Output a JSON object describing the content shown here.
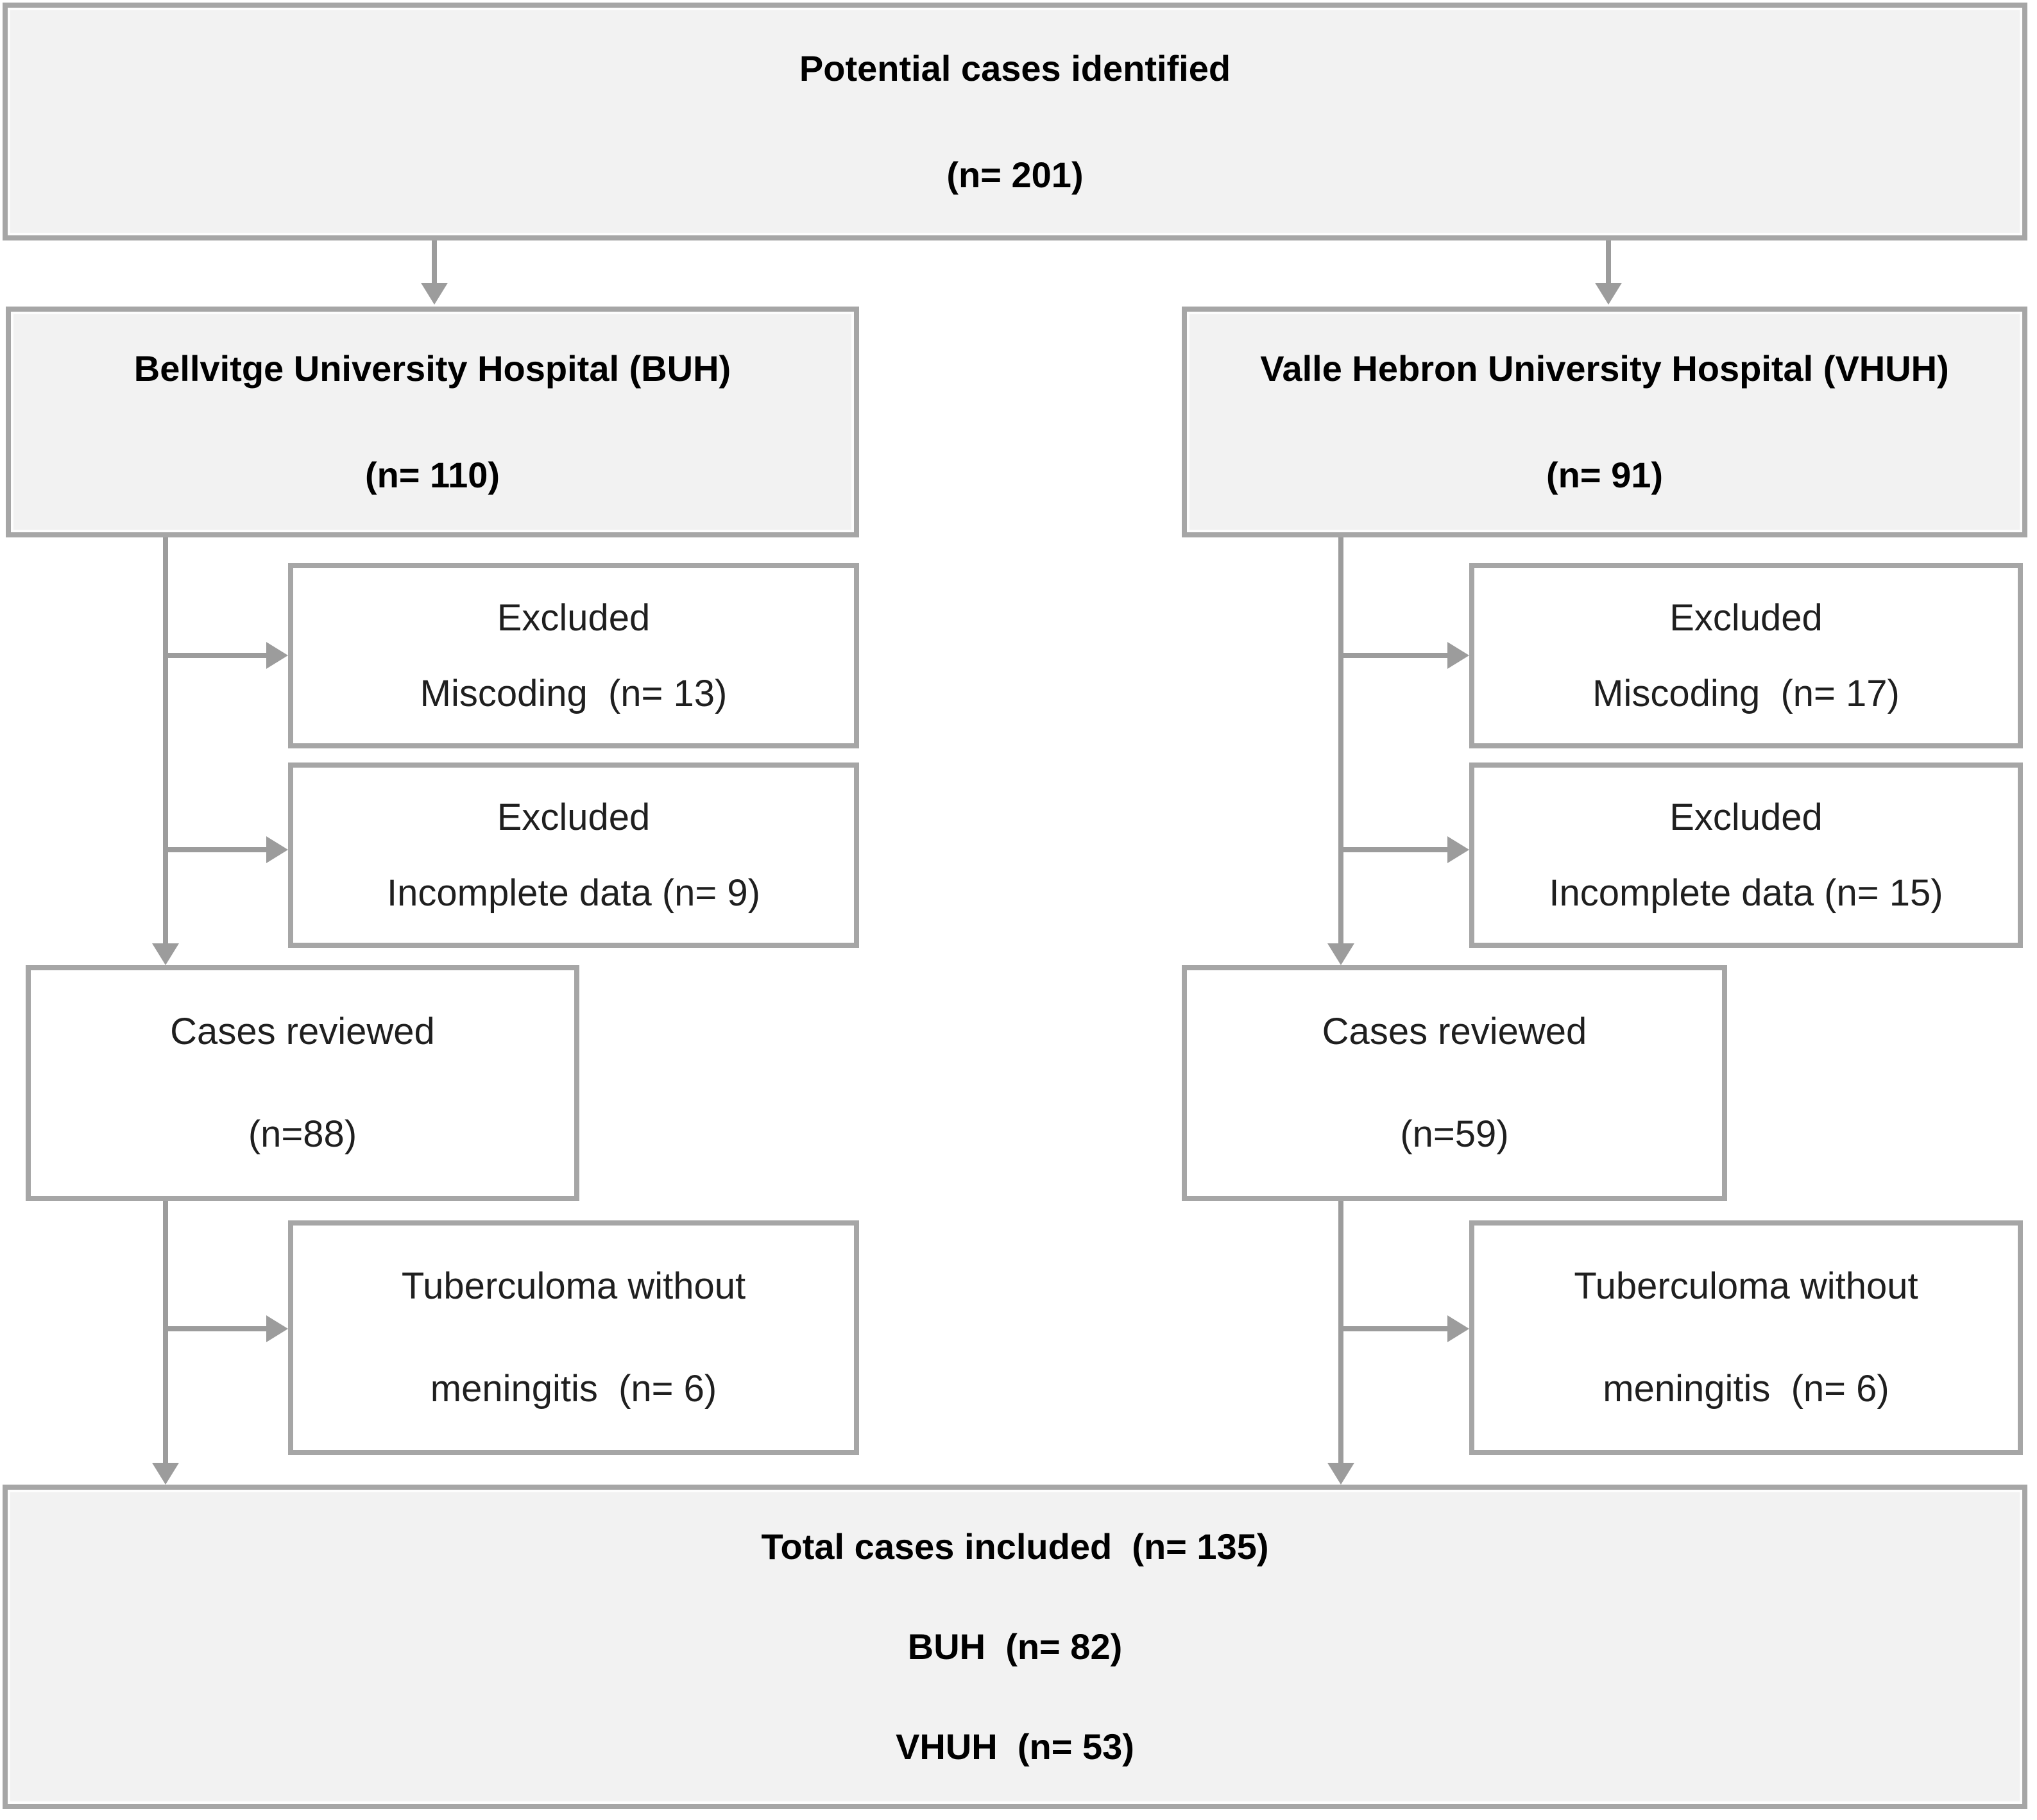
{
  "diagram": {
    "type": "study-flowchart",
    "colors": {
      "box_border": "#a6a6a6",
      "connector": "#9c9c9c",
      "shaded_fill": "#f2f2f2",
      "plain_fill": "#ffffff",
      "text": "#000000"
    },
    "boxes": {
      "potential": {
        "title": "Potential cases identified",
        "count": "(n= 201)"
      },
      "buh": {
        "title": "Bellvitge University Hospital (BUH)",
        "count": "(n= 110)"
      },
      "vhuh": {
        "title": "Valle Hebron University Hospital (VHUH)",
        "count": "(n= 91)"
      },
      "buh_excluded_miscoding": {
        "title": "Excluded",
        "count": "Miscoding  (n= 13)"
      },
      "buh_excluded_incomplete": {
        "title": "Excluded",
        "count": "Incomplete data (n= 9)"
      },
      "buh_reviewed": {
        "title": "Cases reviewed",
        "count": "(n=88)"
      },
      "buh_tuberculoma": {
        "title": "Tuberculoma without",
        "count": "meningitis  (n= 6)"
      },
      "vhuh_excluded_miscoding": {
        "title": "Excluded",
        "count": "Miscoding  (n= 17)"
      },
      "vhuh_excluded_incomplete": {
        "title": "Excluded",
        "count": "Incomplete data (n= 15)"
      },
      "vhuh_reviewed": {
        "title": "Cases reviewed",
        "count": "(n=59)"
      },
      "vhuh_tuberculoma": {
        "title": "Tuberculoma without",
        "count": "meningitis  (n= 6)"
      },
      "total": {
        "line1": "Total cases included  (n= 135)",
        "line2": "BUH  (n= 82)",
        "line3": "VHUH  (n= 53)"
      }
    }
  }
}
